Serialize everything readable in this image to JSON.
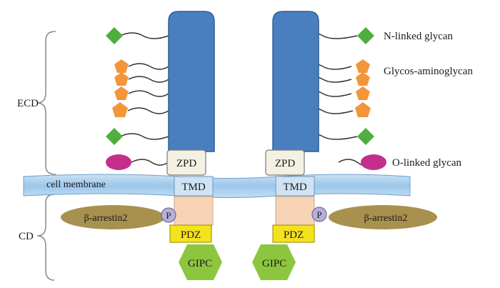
{
  "regions": {
    "ecd": "ECD",
    "cd": "CD"
  },
  "membrane": {
    "label": "cell membrane"
  },
  "domains": {
    "zpd": "ZPD",
    "tmd": "TMD",
    "pdz": "PDZ",
    "phospho": "P",
    "gipc": "GIPC",
    "arrestin": "β-arrestin2"
  },
  "legend": {
    "n_glycan": "N-linked glycan",
    "gag": "Glycos-aminoglycan",
    "o_glycan": "O-linked glycan"
  },
  "colors": {
    "stalk": "#4a7fbf",
    "stalk_edge": "#2f5f97",
    "zpd_fill": "#f4f0e2",
    "membrane": "#a9cdec",
    "tmd_fill": "#cfe3f4",
    "cyto_fill": "#f7d3b6",
    "pdz_fill": "#f4e21c",
    "gipc_fill": "#8cc63e",
    "arrestin_fill": "#a8904f",
    "phospho_fill": "#b6afd6",
    "n_glycan": "#4fae3e",
    "gag": "#f3953a",
    "o_glycan": "#c42f8c"
  }
}
